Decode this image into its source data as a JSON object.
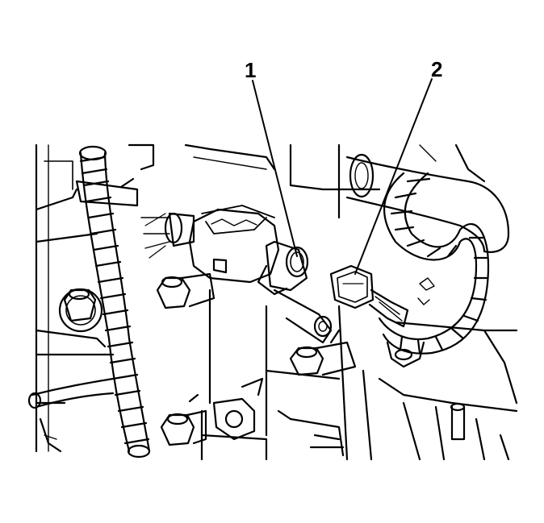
{
  "callouts": [
    {
      "label": "1"
    },
    {
      "label": "2"
    }
  ],
  "colors": {
    "ink": "#000000",
    "paper": "#ffffff"
  },
  "icons": [
    "leader-line-1",
    "leader-line-2"
  ]
}
